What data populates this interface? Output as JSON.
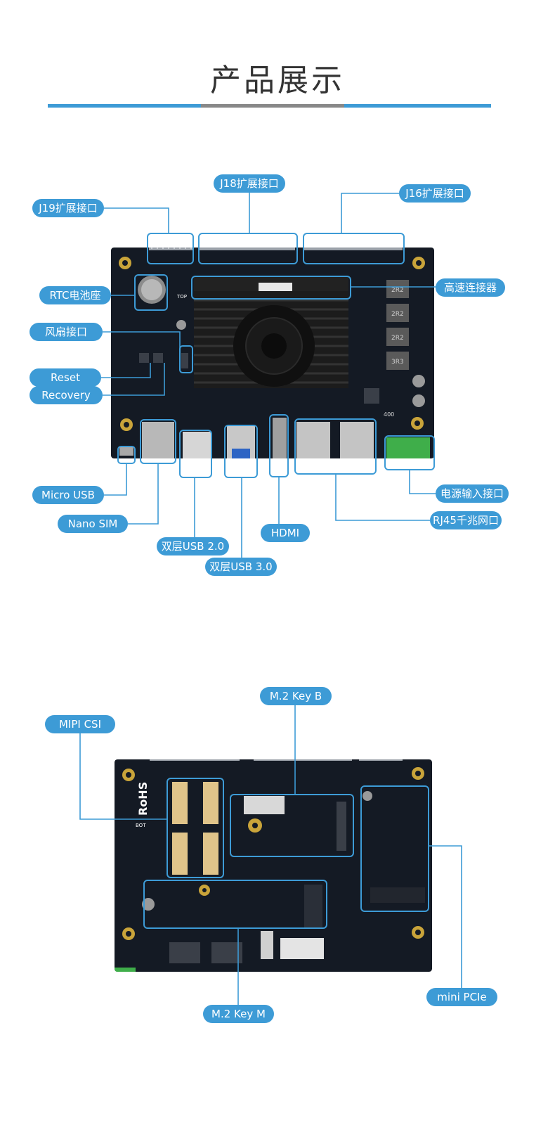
{
  "page": {
    "title": "产品展示"
  },
  "colors": {
    "accent": "#3d9bd6",
    "rule_gray": "#888888",
    "board": "#141a24"
  },
  "top_labels": {
    "j19": "J19扩展接口",
    "j18": "J18扩展接口",
    "j16": "J16扩展接口",
    "rtc": "RTC电池座",
    "hs_conn": "高速连接器",
    "fan": "风扇接口",
    "reset": "Reset",
    "recovery": "Recovery",
    "micro_usb": "Micro USB",
    "nano_sim": "Nano SIM",
    "usb2": "双层USB 2.0",
    "usb3": "双层USB 3.0",
    "hdmi": "HDMI",
    "rj45": "RJ45千兆网口",
    "power": "电源输入接口"
  },
  "bottom_labels": {
    "m2b": "M.2 Key B",
    "mipi": "MIPI CSI",
    "pcie": "mini PCIe",
    "m2m": "M.2 Key M"
  },
  "board_marks": {
    "top_silk": "TOP",
    "bot_silk": "BOT",
    "rohs": "RoHS",
    "inductors": [
      "2R2",
      "2R2",
      "2R2",
      "3R3"
    ],
    "cap": "400"
  }
}
